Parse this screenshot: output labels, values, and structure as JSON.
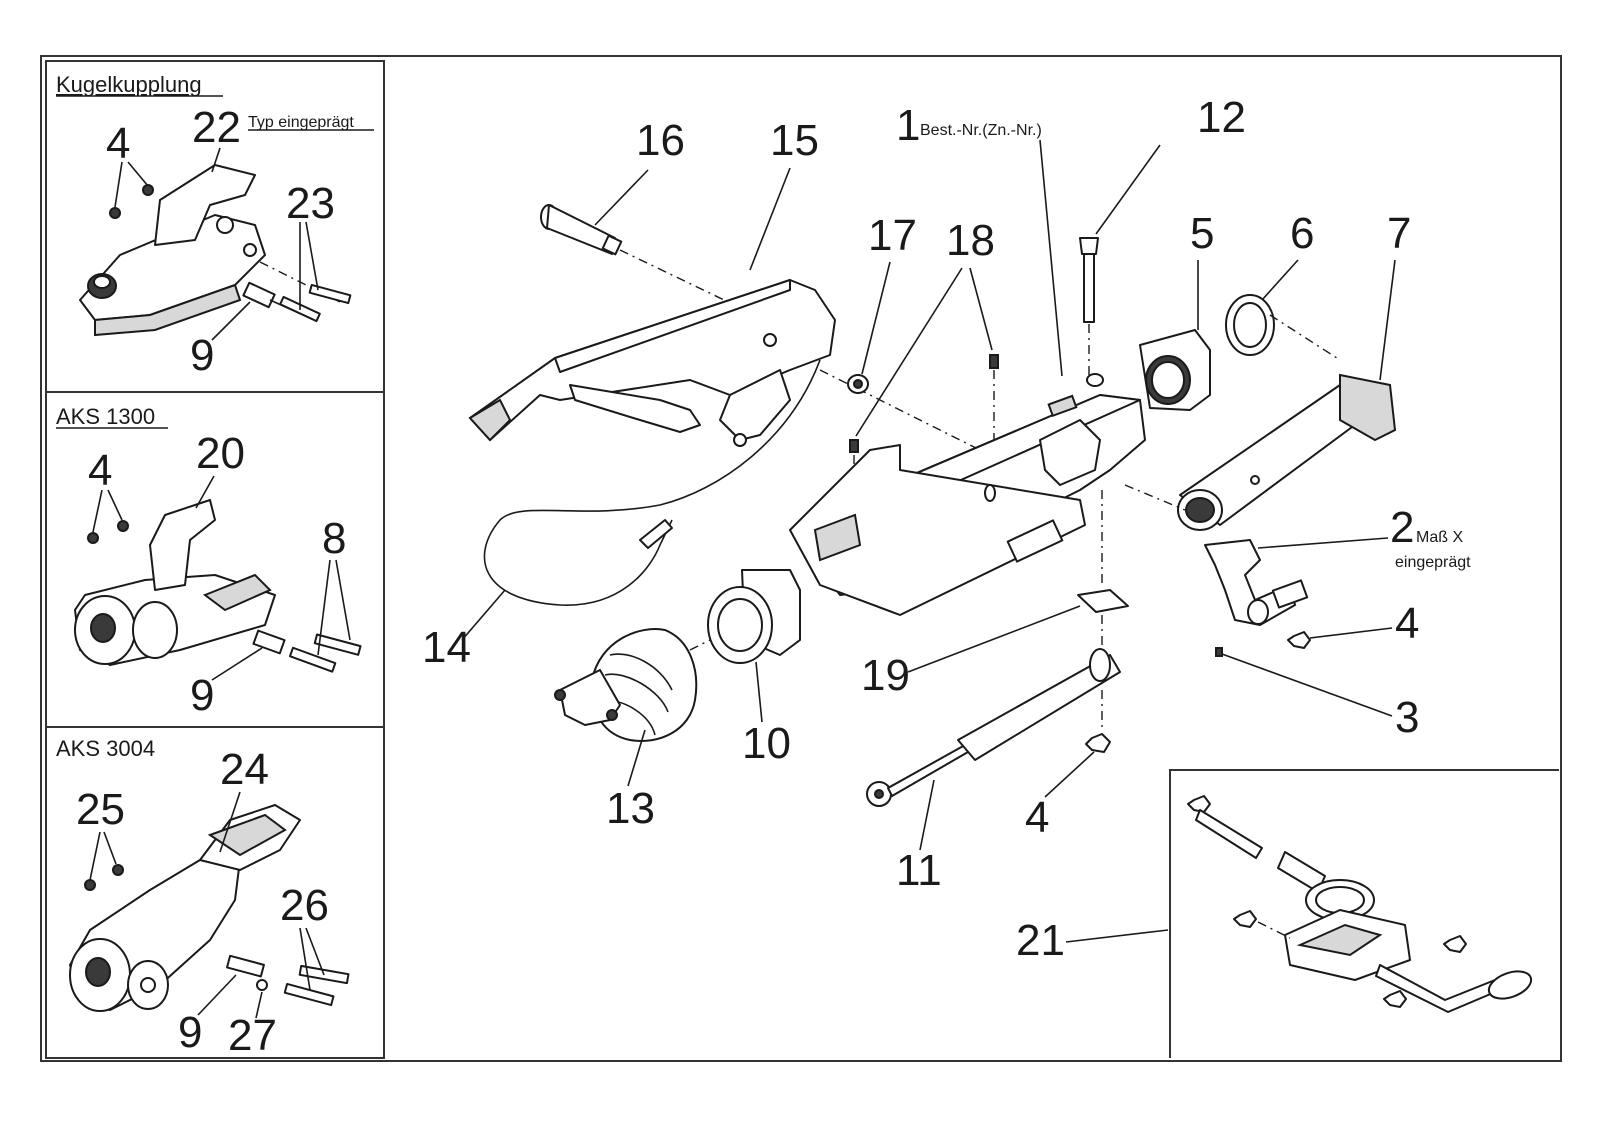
{
  "panels": {
    "kugelkupplung": {
      "title": "Kugelkupplung",
      "note": "Typ eingeprägt",
      "labels": [
        "4",
        "22",
        "23",
        "9"
      ]
    },
    "aks1300": {
      "title": "AKS 1300",
      "labels": [
        "4",
        "20",
        "8",
        "9"
      ]
    },
    "aks3004": {
      "title": "AKS 3004",
      "labels": [
        "25",
        "24",
        "26",
        "9",
        "27"
      ]
    }
  },
  "main": {
    "labels": {
      "p1": "1",
      "p1_note": "Best.-Nr.(Zn.-Nr.)",
      "p2": "2",
      "p2_note_a": "Maß X",
      "p2_note_b": "eingeprägt",
      "p3": "3",
      "p4a": "4",
      "p4b": "4",
      "p5": "5",
      "p6": "6",
      "p7": "7",
      "p10": "10",
      "p11": "11",
      "p12": "12",
      "p13": "13",
      "p14": "14",
      "p15": "15",
      "p16": "16",
      "p17": "17",
      "p18": "18",
      "p19": "19",
      "p21": "21"
    }
  }
}
